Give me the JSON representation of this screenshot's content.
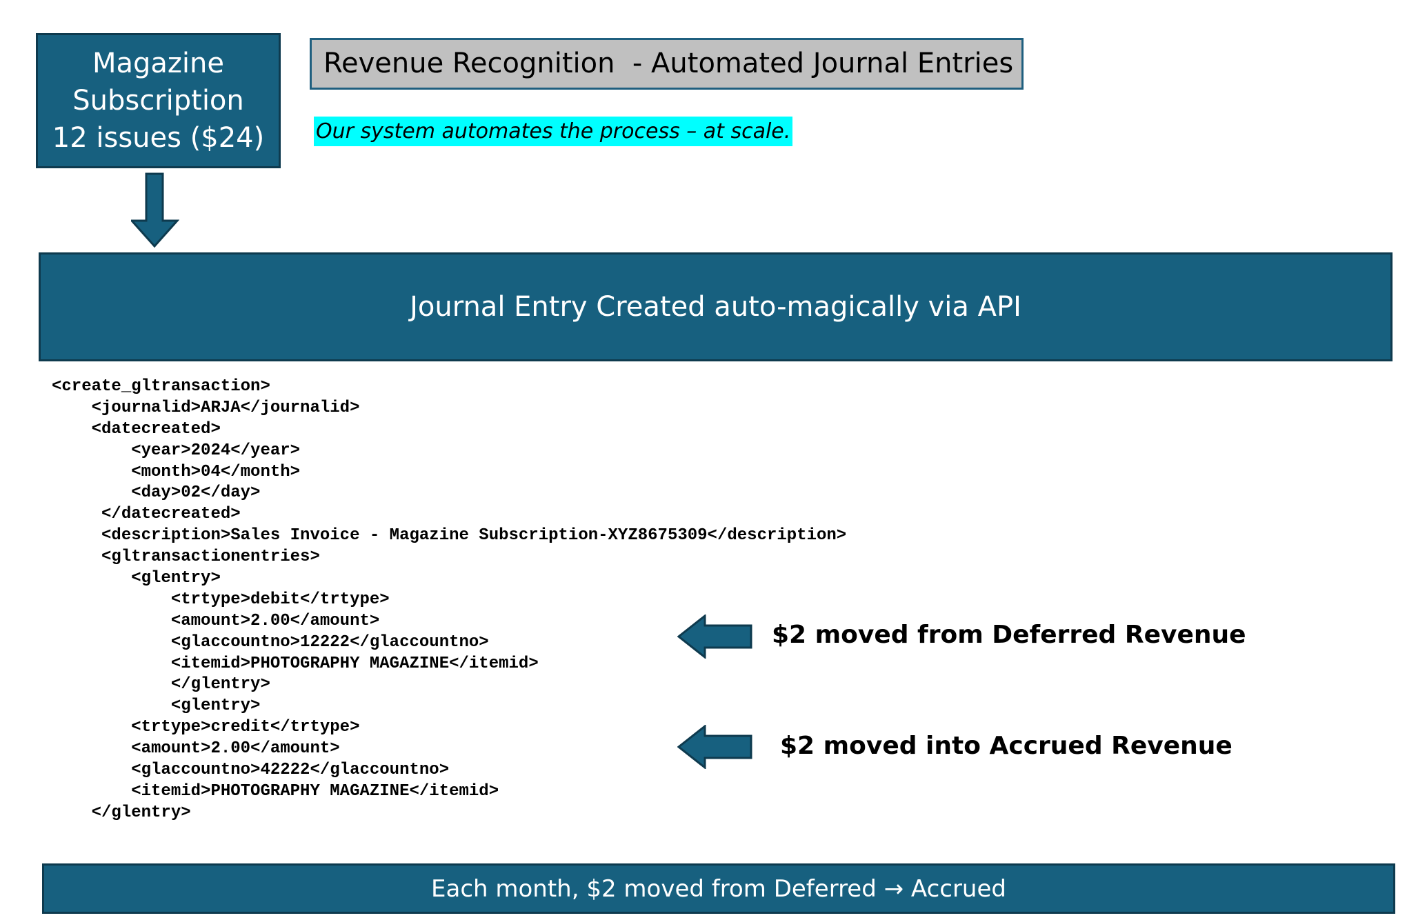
{
  "subscription_box": {
    "lines": [
      "Magazine",
      "Subscription",
      "12 issues ($24)"
    ]
  },
  "title": "Revenue Recognition  - Automated Journal Entries",
  "tagline": "Our system automates the process – at scale.",
  "banner": "Journal Entry Created auto-magically via API",
  "xml_lines": [
    "<create_gltransaction>",
    "    <journalid>ARJA</journalid>",
    "    <datecreated>",
    "        <year>2024</year>",
    "        <month>04</month>",
    "        <day>02</day>",
    "     </datecreated>",
    "     <description>Sales Invoice - Magazine Subscription-XYZ8675309</description>",
    "     <gltransactionentries>",
    "        <glentry>",
    "            <trtype>debit</trtype>",
    "            <amount>2.00</amount>",
    "            <glaccountno>12222</glaccountno>",
    "            <itemid>PHOTOGRAPHY MAGAZINE</itemid>",
    "            </glentry>",
    "            <glentry>",
    "        <trtype>credit</trtype>",
    "        <amount>2.00</amount>",
    "        <glaccountno>42222</glaccountno>",
    "        <itemid>PHOTOGRAPHY MAGAZINE</itemid>",
    "    </glentry>"
  ],
  "annotations": {
    "debit": "$2 moved from Deferred Revenue",
    "credit": "$2 moved into Accrued Revenue"
  },
  "footer": "Each month, $2 moved from Deferred → Accrued",
  "colors": {
    "teal": "#17607f",
    "dark_border": "#0e3a4e",
    "title_bg": "#c0c0c0",
    "highlight": "#00ffff"
  }
}
